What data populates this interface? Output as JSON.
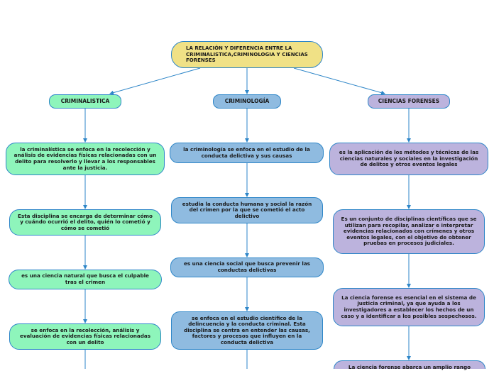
{
  "root": {
    "title": "LA RELACIÓN Y DIFERENCIA ENTRE LA CRIMINALISTICA,CRIMINOLOGIA Y CIENCIAS FORENSES"
  },
  "branches": [
    {
      "id": "criminalistica",
      "label": "CRIMINALISTICA",
      "color": "#8ef5bb",
      "items": [
        "la criminalística se enfoca en la recolección y análisis de evidencias físicas relacionadas con un delito para resolverlo y llevar a los responsables ante la justicia.",
        "Esta disciplina se encarga de determinar cómo y cuándo ocurrió el delito, quién lo cometió y cómo se cometió",
        "es una ciencia natural que busca el culpable tras el crimen",
        "se enfoca en la recolección, análisis y evaluación de evidencias físicas relacionadas con un delito"
      ]
    },
    {
      "id": "criminologia",
      "label": "CRIMINOLOGÍA",
      "color": "#8fbbe0",
      "items": [
        "la criminología se enfoca en el estudio de la conducta delictiva y sus causas",
        "estudia la conducta humana y social la razón del crimen por la que se cometió el acto delictivo",
        "es una ciencia social que busca prevenir las conductas delictivas",
        "se enfoca en el estudio científico de la delincuencia y la conducta criminal. Esta disciplina se centra en entender las causas, factores y procesos que influyen en la conducta delictiva"
      ]
    },
    {
      "id": "ciencias-forenses",
      "label": "CIENCIAS FORENSES",
      "color": "#bcb3dd",
      "items": [
        "es la aplicación de los métodos y técnicas de las ciencias naturales y sociales en la investigación de delitos y otros eventos legales",
        "Es un conjunto de disciplinas científicas que se utilizan para recopilar, analizar e interpretar evidencias relacionados con crímenes y otros eventos legales, con el objetivo de obtener pruebas en procesos judiciales.",
        "La ciencia forense es esencial en el sistema de justicia criminal, ya que ayuda a los investigadores a establecer los hechos de un caso y a identificar a los posibles sospechosos.",
        "La ciencia forense abarca un amplio rango"
      ]
    }
  ],
  "colors": {
    "root_fill": "#f0e186",
    "line": "#2e86c8",
    "border": "#2e86c8"
  }
}
